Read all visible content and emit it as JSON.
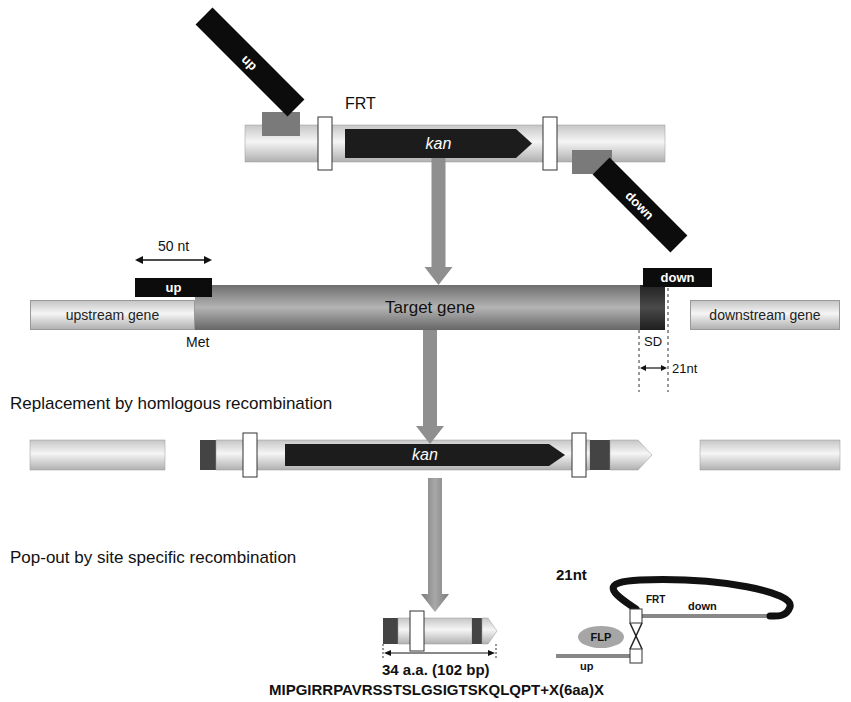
{
  "diagram": {
    "nodes": [
      {
        "text": [
          "up"
        ]
      },
      {
        "text": [
          "kan"
        ]
      },
      {
        "text": [
          "down"
        ]
      },
      {
        "text": [
          "up"
        ]
      },
      {
        "text": [
          "upstream gene"
        ]
      },
      {
        "text": [
          "Target gene"
        ]
      },
      {
        "text": [
          "down"
        ]
      },
      {
        "text": [
          "downstream gene"
        ]
      },
      {
        "text": [
          "kan"
        ]
      },
      {
        "text": [
          "FLP"
        ]
      }
    ],
    "edges": [
      {
        "from": 1,
        "to": 5,
        "arrow": "to"
      },
      {
        "from": 5,
        "to": 8,
        "arrow": "to"
      }
    ],
    "labels": [
      "FRT",
      "50 nt",
      "Met",
      "SD",
      "21nt",
      "Replacement by homlogous recombination",
      "Pop-out by site specific recombination",
      "21nt",
      "FRT",
      "down",
      "up",
      "34 a.a. (102 bp)",
      "MIPGIRRPAVRSSTSLGSIGTSKQLQPT+X(6aa)X"
    ]
  }
}
